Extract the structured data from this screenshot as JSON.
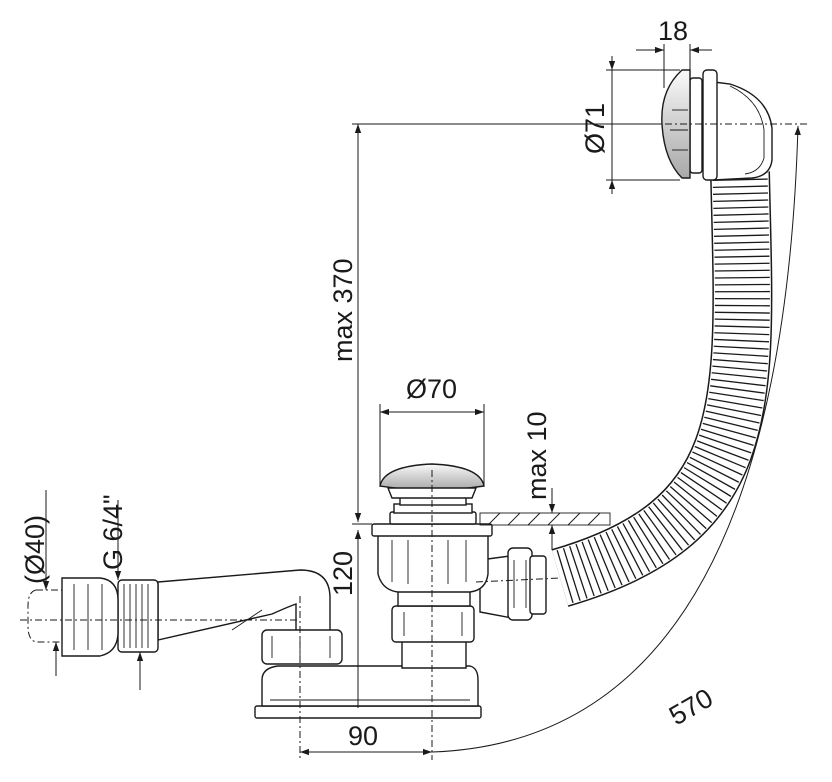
{
  "diagram": {
    "dimensions": {
      "overflow_diameter": "Ø71",
      "overflow_depth": "18",
      "max_height": "max 370",
      "waste_diameter": "Ø70",
      "max_plug_travel": "max 10",
      "trap_height": "120",
      "outlet_offset": "90",
      "total_length": "570",
      "thread_size": "G 6/4\"",
      "outlet_diameter": "(Ø40)"
    }
  }
}
